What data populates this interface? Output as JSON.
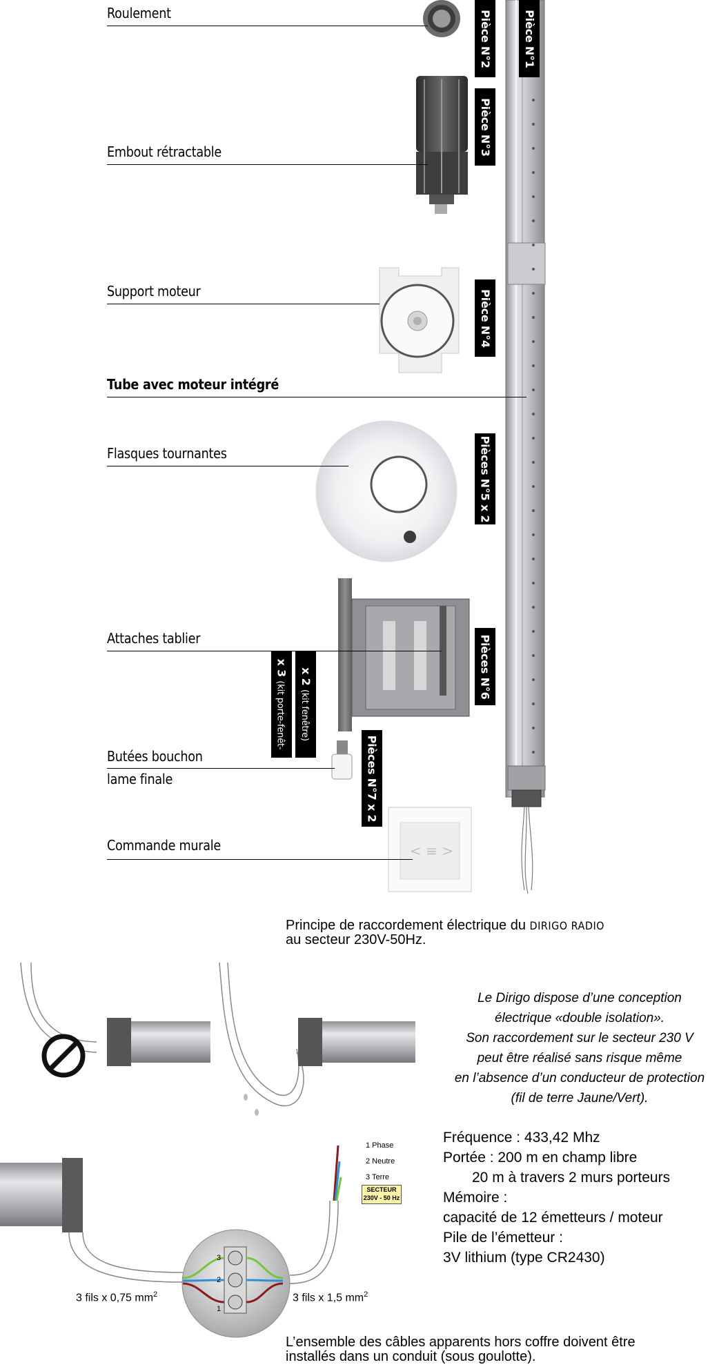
{
  "parts": [
    {
      "label": "Roulement",
      "tag": "Pièce N°2"
    },
    {
      "label": "Embout rétractable",
      "tag": "Pièce N°3"
    },
    {
      "label": "Support moteur",
      "tag": "Pièce N°4"
    },
    {
      "label": "Tube avec moteur intégré",
      "tag": "Pièce N°1"
    },
    {
      "label": "Flasques tournantes",
      "tag": "Pièces N°5 x 2"
    },
    {
      "label": "Attaches tablier",
      "tag": "Pièces N°6"
    },
    {
      "label_line1": "Butées bouchon",
      "label_line2": "lame finale",
      "tag": "Pièces N°7 x 2"
    },
    {
      "label": "Commande murale"
    }
  ],
  "kit_tags": {
    "fenetre_qty": "x 2",
    "fenetre_text": "(kit fenêtre)",
    "porte_qty": "x 3",
    "porte_text": "(kit porte-fenêt-"
  },
  "connection": {
    "title_prefix": "Principe de raccordement électrique du",
    "brand": "DIRIGO RADIO",
    "title_line2": "au secteur 230V-50Hz."
  },
  "isolation_note": [
    "Le Dirigo dispose d’une conception",
    "électrique «double isolation».",
    "Son raccordement sur le secteur 230 V",
    "peut être réalisé sans risque même",
    "en l’absence d’un conducteur de protection",
    "(fil de terre Jaune/Vert)."
  ],
  "specs": {
    "frequency": "Fréquence : 433,42 Mhz",
    "range1": "Portée : 200 m en champ libre",
    "range2": "20 m à travers 2 murs porteurs",
    "memory_label": "Mémoire :",
    "memory_value": "capacité de 12 émetteurs / moteur",
    "battery_label": "Pile de l’émetteur :",
    "battery_value": "3V lithium (type CR2430)"
  },
  "wiring": {
    "wire1": "1 Phase",
    "wire2": "2 Neutre",
    "wire3": "3 Terre",
    "secteur1": "SECTEUR",
    "secteur2": "230V - 50 Hz",
    "terminal1": "1",
    "terminal2": "2",
    "terminal3": "3",
    "cable_left": "3 fils x 0,75 mm",
    "cable_right": "3 fils x 1,5 mm",
    "sup": "2",
    "colors": {
      "phase": "#8b1a1a",
      "neutre": "#2f8fd6",
      "terre": "#7cc241",
      "label_bg": "#fbf3a8"
    }
  },
  "footer": {
    "line1": "L’ensemble des câbles apparents hors coffre doivent être",
    "line2": "installés dans un conduit (sous goulotte)."
  }
}
